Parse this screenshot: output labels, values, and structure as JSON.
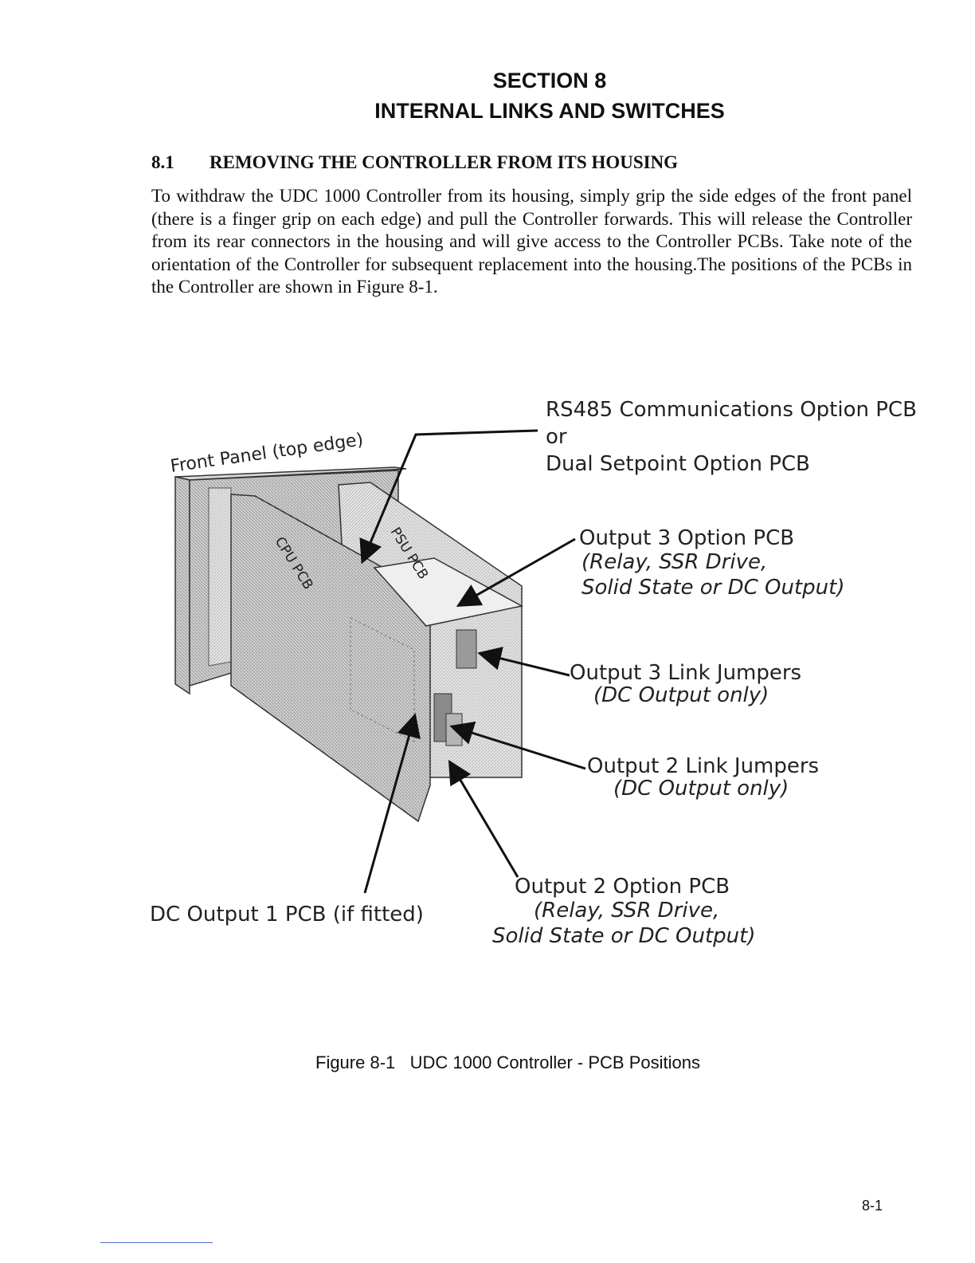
{
  "header": {
    "section_number": "SECTION 8",
    "section_title": "INTERNAL LINKS AND SWITCHES"
  },
  "subsection": {
    "number": "8.1",
    "title": "REMOVING THE CONTROLLER FROM ITS HOUSING"
  },
  "body": {
    "paragraph": "To withdraw the UDC 1000 Controller from its housing, simply grip the side edges of the front panel (there is a finger grip on each edge) and pull the Controller forwards. This will release the Controller from its rear connectors in the housing and will give access to the Controller PCBs. Take note of the orientation of the Controller for subsequent replacement into the housing.The positions of the PCBs in the Controller are shown in Figure 8-1."
  },
  "figure": {
    "front_panel_label": "Front Panel (top edge)",
    "cpu_pcb_label": "CPU PCB",
    "psu_pcb_label": "PSU PCB",
    "rs485_line1": "RS485 Communications Option PCB",
    "rs485_line2": "or",
    "rs485_line3": "Dual Setpoint Option PCB",
    "out3_option_line1": "Output 3 Option PCB",
    "out3_option_line2": "(Relay, SSR Drive,",
    "out3_option_line3": "Solid State or DC Output)",
    "out3_link_line1": "Output 3 Link Jumpers",
    "out3_link_line2": "(DC Output only)",
    "out2_link_line1": "Output 2 Link Jumpers",
    "out2_link_line2": "(DC Output only)",
    "out2_option_line1": "Output 2 Option PCB",
    "out2_option_line2": "(Relay, SSR Drive,",
    "out2_option_line3": "Solid State or DC Output)",
    "dc_out1_label": "DC Output 1 PCB (if fitted)",
    "caption": "Figure 8-1   UDC 1000 Controller - PCB Positions"
  },
  "footer": {
    "page_number": "8-1"
  }
}
